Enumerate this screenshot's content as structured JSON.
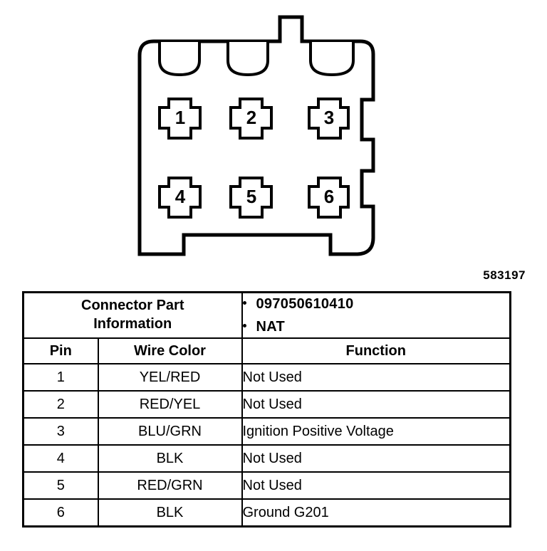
{
  "diagram": {
    "name": "6-way connector face view",
    "reference_number": "583197",
    "cavity_slots": 3,
    "pins": [
      {
        "number": "1",
        "row": "top",
        "position": "left"
      },
      {
        "number": "2",
        "row": "top",
        "position": "center"
      },
      {
        "number": "3",
        "row": "top",
        "position": "right"
      },
      {
        "number": "4",
        "row": "bottom",
        "position": "left"
      },
      {
        "number": "5",
        "row": "bottom",
        "position": "center"
      },
      {
        "number": "6",
        "row": "bottom",
        "position": "right"
      }
    ],
    "line_color": "#000000",
    "fill_color": "#ffffff"
  },
  "table": {
    "part_info": {
      "label_line1": "Connector Part",
      "label_line2": "Information",
      "values": [
        "097050610410",
        "NAT"
      ]
    },
    "headers": {
      "pin": "Pin",
      "wire_color": "Wire Color",
      "function": "Function"
    },
    "rows": [
      {
        "pin": "1",
        "wire_color": "YEL/RED",
        "function": "Not Used"
      },
      {
        "pin": "2",
        "wire_color": "RED/YEL",
        "function": "Not Used"
      },
      {
        "pin": "3",
        "wire_color": "BLU/GRN",
        "function": "Ignition Positive Voltage"
      },
      {
        "pin": "4",
        "wire_color": "BLK",
        "function": "Not Used"
      },
      {
        "pin": "5",
        "wire_color": "RED/GRN",
        "function": "Not Used"
      },
      {
        "pin": "6",
        "wire_color": "BLK",
        "function": "Ground G201"
      }
    ]
  }
}
